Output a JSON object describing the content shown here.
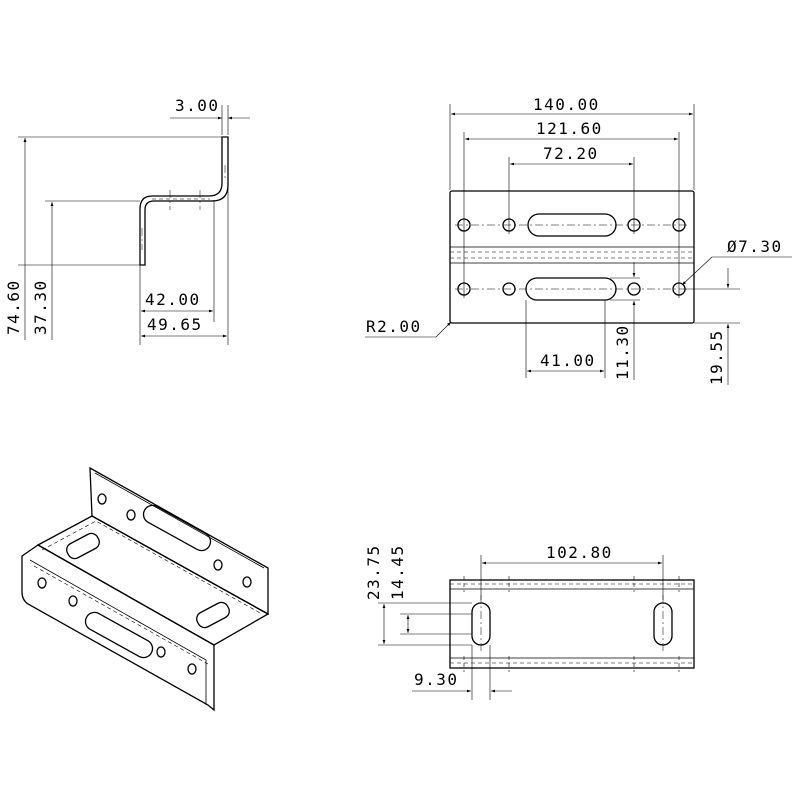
{
  "side_view": {
    "thickness": "3.00",
    "overall_height": "74.60",
    "step_height": "37.30",
    "inner_depth": "42.00",
    "outer_depth": "49.65"
  },
  "front_view": {
    "overall_width": "140.00",
    "hole_pitch_outer": "121.60",
    "hole_pitch_inner": "72.20",
    "hole_diameter": "Ø7.30",
    "corner_radius": "R2.00",
    "slot_length": "41.00",
    "slot_offset": "11.30",
    "hole_row_offset": "19.55"
  },
  "bottom_view": {
    "slot_pitch": "102.80",
    "slot_depth": "23.75",
    "slot_length": "14.45",
    "slot_width": "9.30"
  }
}
